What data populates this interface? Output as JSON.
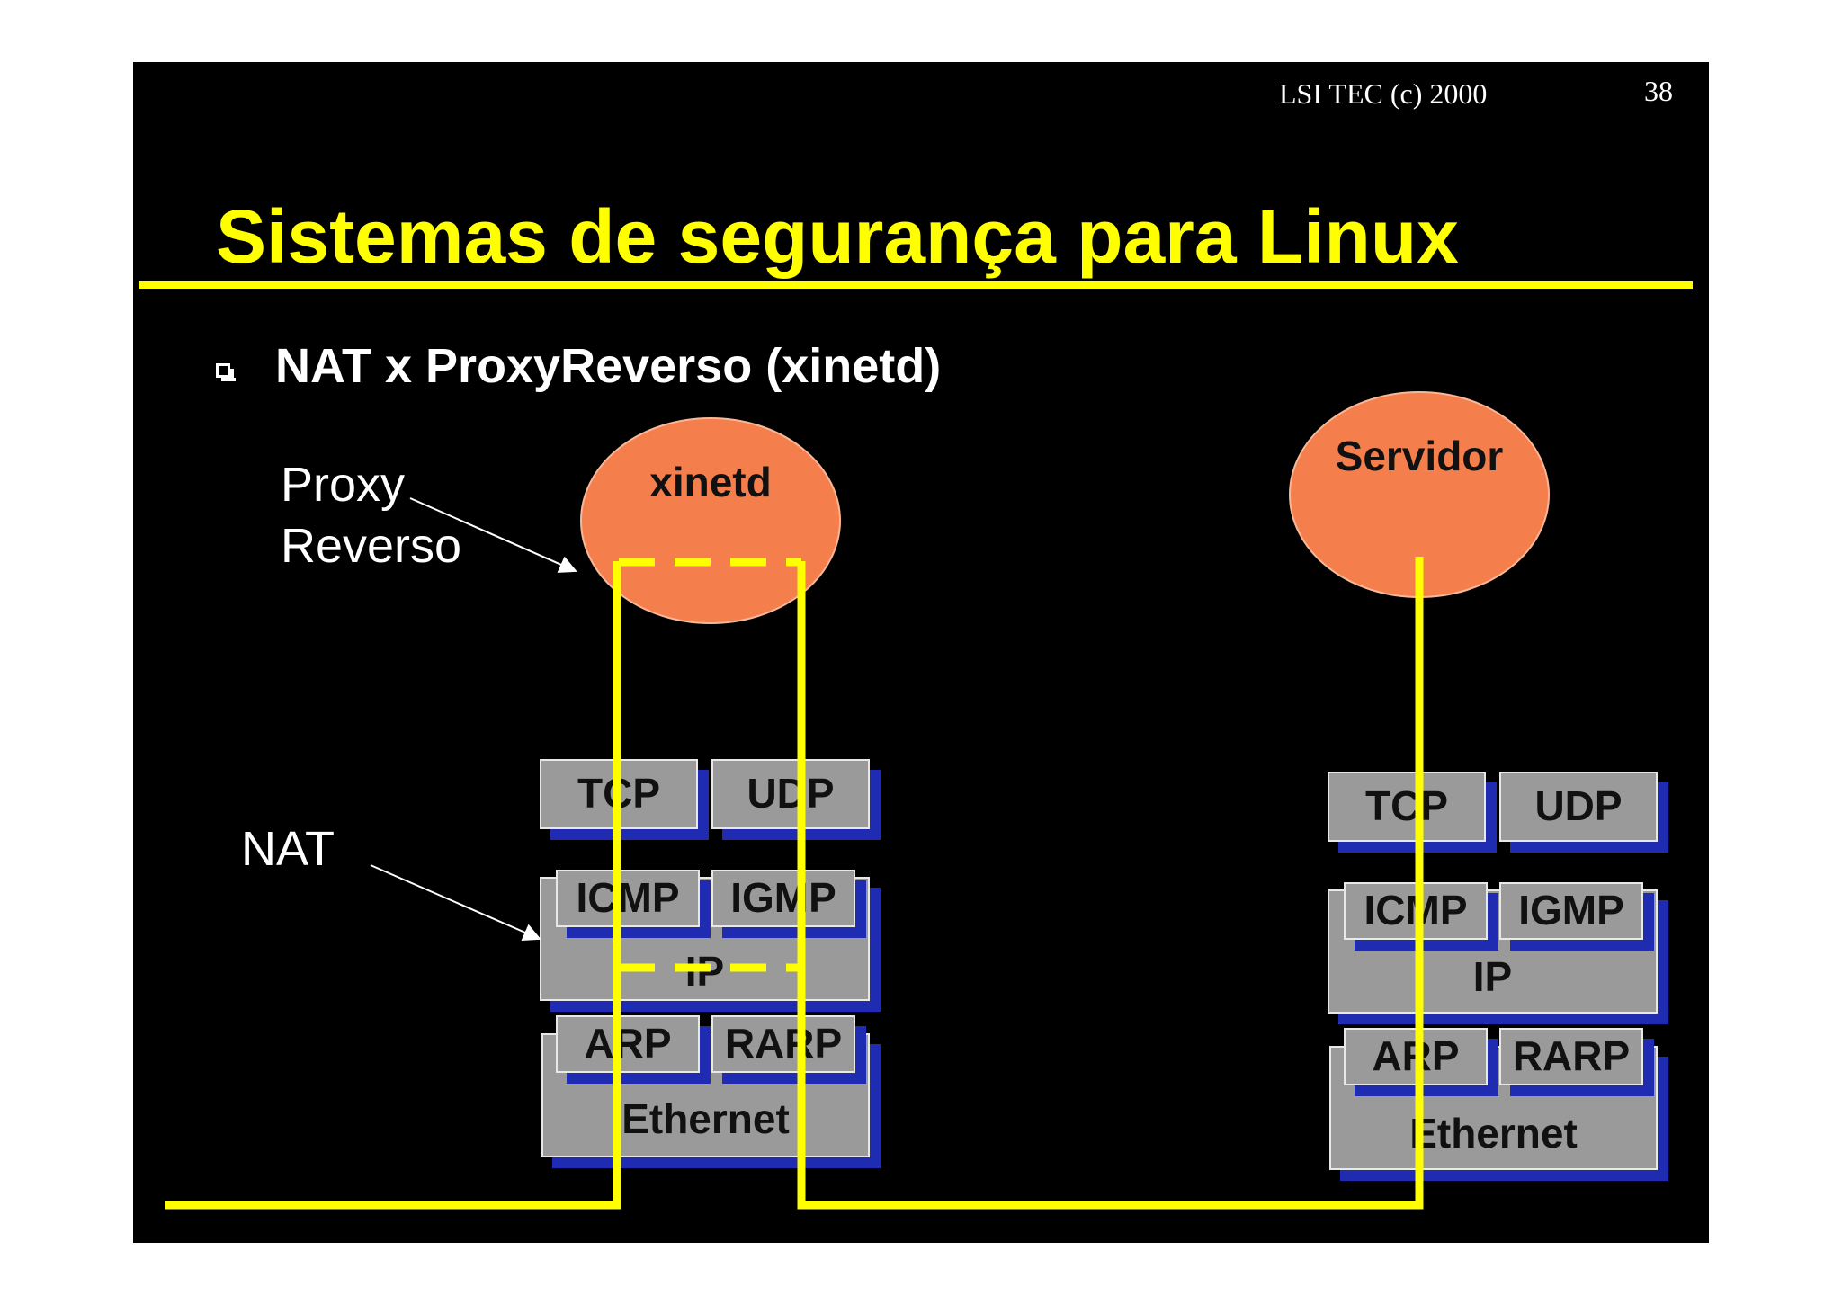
{
  "header": {
    "org": "LSI TEC (c) 2000",
    "page_number": "38"
  },
  "title": "Sistemas de segurança para Linux",
  "bullet": "NAT x ProxyReverso (xinetd)",
  "labels": {
    "proxy_line1": "Proxy",
    "proxy_line2": "Reverso",
    "nat": "NAT"
  },
  "nodes": {
    "xinetd": "xinetd",
    "servidor": "Servidor"
  },
  "stack": {
    "tcp": "TCP",
    "udp": "UDP",
    "icmp": "ICMP",
    "igmp": "IGMP",
    "ip": "IP",
    "arp": "ARP",
    "rarp": "RARP",
    "ethernet": "Ethernet"
  },
  "colors": {
    "background": "#000000",
    "title": "#ffff00",
    "line": "#ffff00",
    "node": "#f47e4c",
    "block": "#9a9a9a",
    "block_shadow": "#1f2bb0"
  }
}
